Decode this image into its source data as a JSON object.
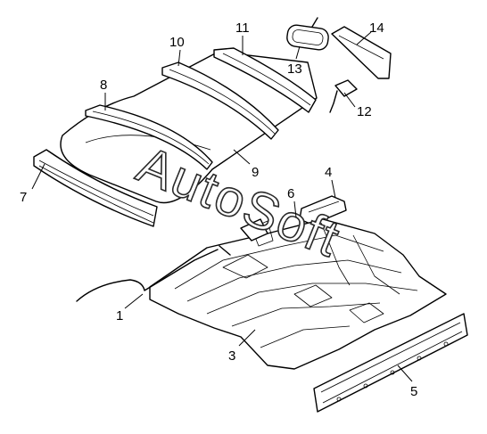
{
  "watermark": "AutoSoft",
  "callouts": [
    {
      "id": "1",
      "label": "1"
    },
    {
      "id": "3",
      "label": "3"
    },
    {
      "id": "4",
      "label": "4"
    },
    {
      "id": "5",
      "label": "5"
    },
    {
      "id": "6",
      "label": "6"
    },
    {
      "id": "7",
      "label": "7"
    },
    {
      "id": "8",
      "label": "8"
    },
    {
      "id": "9",
      "label": "9"
    },
    {
      "id": "10",
      "label": "10"
    },
    {
      "id": "11",
      "label": "11"
    },
    {
      "id": "12",
      "label": "12"
    },
    {
      "id": "13",
      "label": "13"
    },
    {
      "id": "14",
      "label": "14"
    }
  ]
}
